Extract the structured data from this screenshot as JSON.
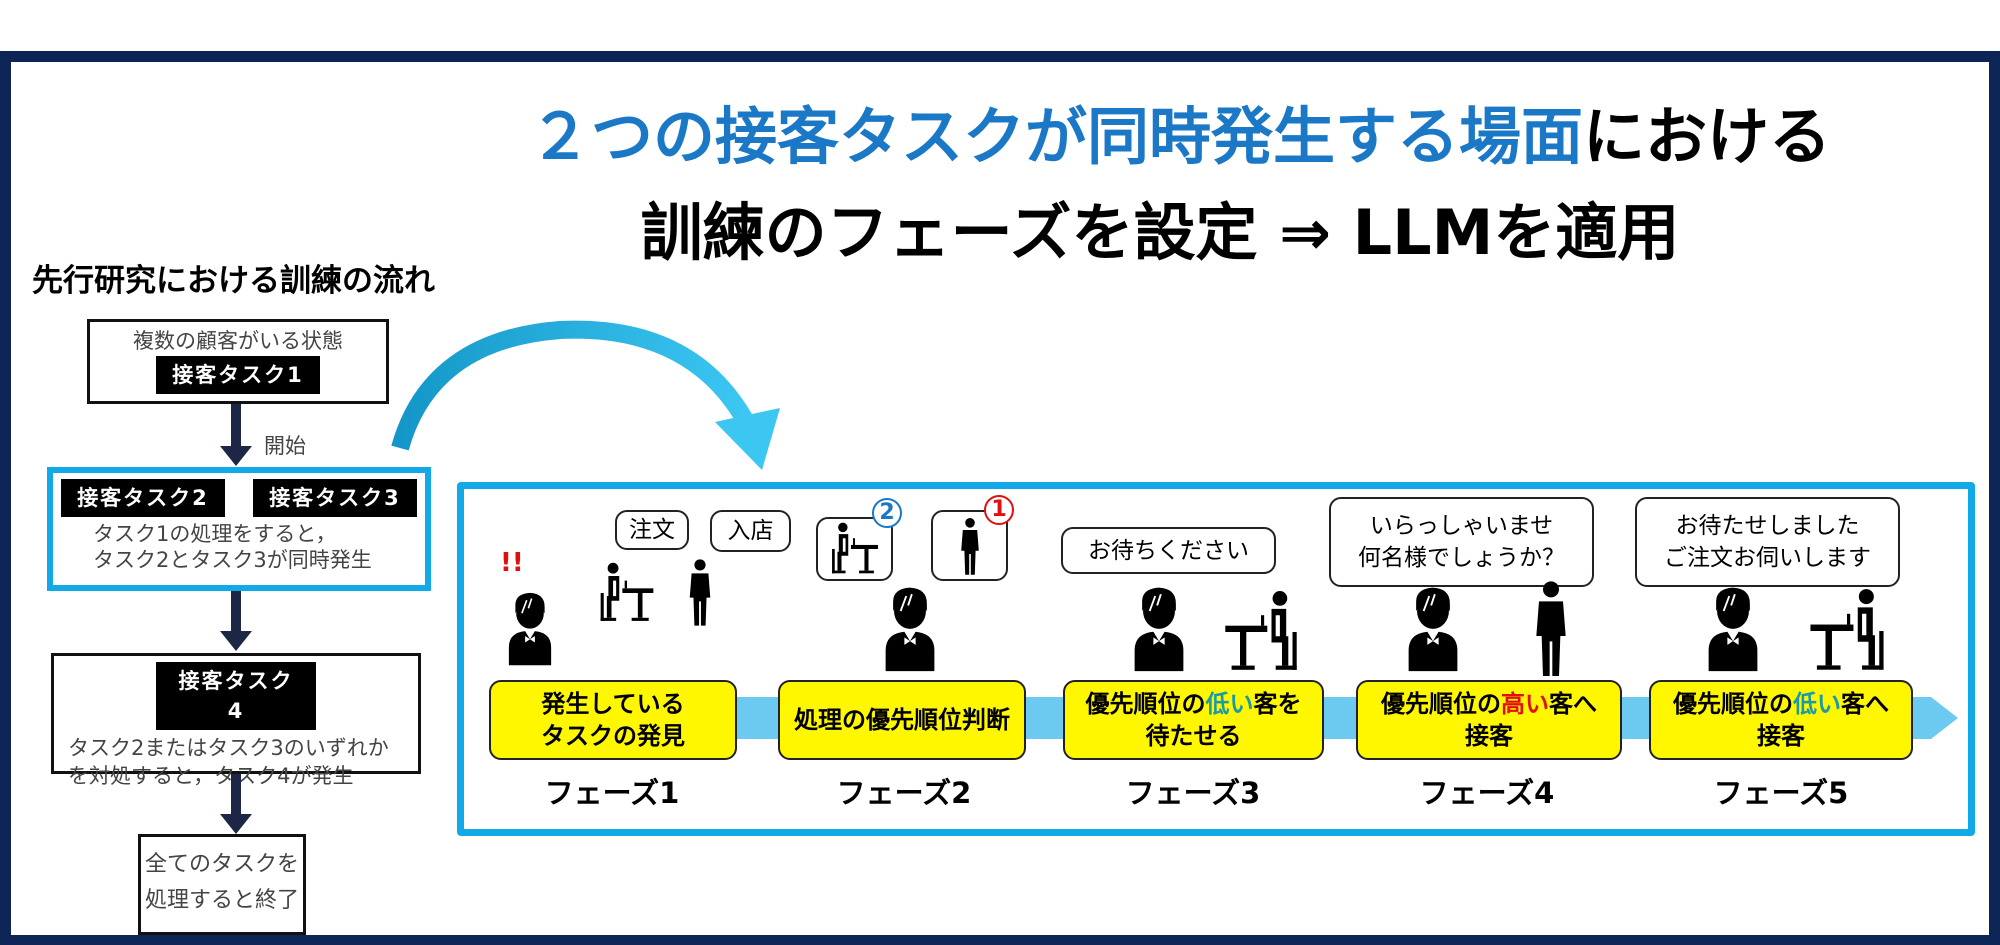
{
  "title": {
    "line1_highlight": "２つの接客タスクが同時発生する場面",
    "line1_rest": "における",
    "line2": "訓練のフェーズを設定 ⇒  LLMを適用"
  },
  "prior_flow": {
    "heading": "先行研究における訓練の流れ",
    "box1": {
      "caption": "複数の顧客がいる状態",
      "task": "接客タスク1"
    },
    "arrow1_label": "開始",
    "box2": {
      "task_a": "接客タスク2",
      "task_b": "接客タスク3",
      "line1": "タスク1の処理をすると，",
      "line2": "タスク2とタスク3が同時発生"
    },
    "box3": {
      "task": "接客タスク4",
      "line1": "タスク2またはタスク3のいずれか",
      "line2": "を対処すると，タスク4が発生"
    },
    "box4": {
      "line1": "全てのタスクを",
      "line2": "処理すると終了"
    }
  },
  "phases": [
    {
      "label": "フェーズ1",
      "text_line1": "発生している",
      "text_line2": "タスクの発見",
      "alert": "!!",
      "bubbles": [
        "注文",
        "入店"
      ]
    },
    {
      "label": "フェーズ2",
      "text_line1": "処理の優先順位判断",
      "priority_seated": "2",
      "priority_standing": "1"
    },
    {
      "label": "フェーズ3",
      "pre": "優先順位の",
      "hl": "低い",
      "post": "客を",
      "text_line2": "待たせる",
      "bubble": "お待ちください"
    },
    {
      "label": "フェーズ4",
      "pre": "優先順位の",
      "hl": "高い",
      "post": "客へ",
      "text_line2": "接客",
      "bubble_line1": "いらっしゃいませ",
      "bubble_line2": "何名様でしょうか？"
    },
    {
      "label": "フェーズ5",
      "pre": "優先順位の",
      "hl": "低い",
      "post": "客へ",
      "text_line2": "接客",
      "bubble_line1": "お待たせしました",
      "bubble_line2": "ご注文お伺いします"
    }
  ],
  "colors": {
    "frame": "#0d2457",
    "accent_blue": "#1b78c6",
    "phase_border": "#12a9e8",
    "highlight_yellow": "#fff700",
    "low": "#1a9aa8",
    "high": "#e01010"
  }
}
